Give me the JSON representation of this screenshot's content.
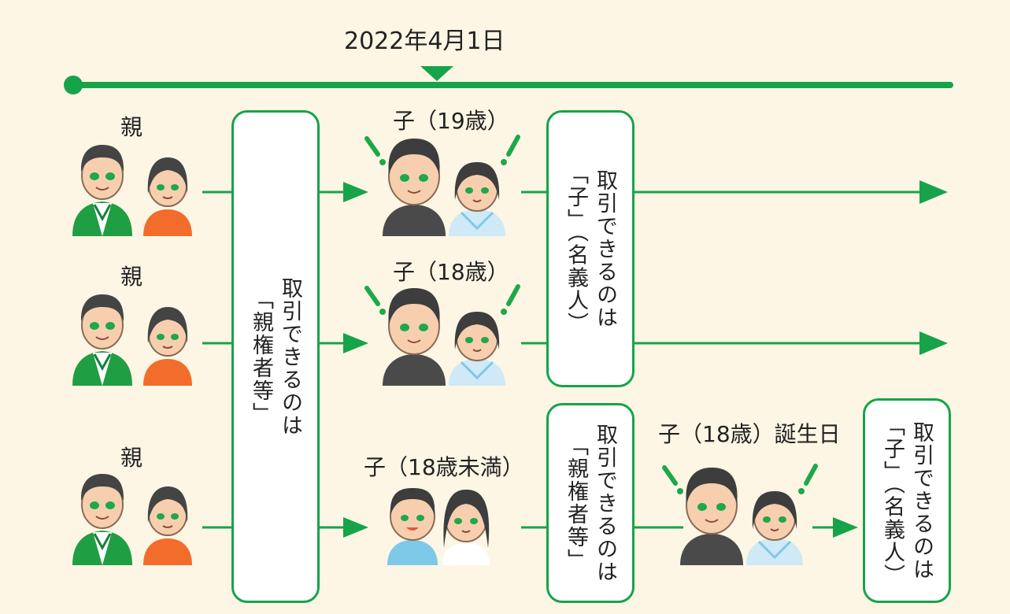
{
  "diagram": {
    "timeline_date": "2022年4月1日",
    "rows": [
      {
        "parent_label": "親",
        "child_label": "子（19歳）"
      },
      {
        "parent_label": "親",
        "child_label": "子（18歳）"
      },
      {
        "parent_label": "親",
        "child_label": "子（18歳未満）",
        "birthday_label": "子（18歳）誕生日"
      }
    ],
    "parent_box": {
      "lines": [
        "取引できるのは",
        "「親権者等」"
      ]
    },
    "child_box": {
      "lines": [
        "取引できるのは",
        "「子」（名義人）"
      ]
    },
    "minor_box": {
      "lines": [
        "取引できるのは",
        "「親権者等」"
      ]
    },
    "birthday_box": {
      "lines": [
        "取引できるのは",
        "「子」（名義人）"
      ]
    }
  },
  "colors": {
    "accent": "#17a34a",
    "background": "#fdf6e4",
    "box_fill": "#ffffff"
  }
}
